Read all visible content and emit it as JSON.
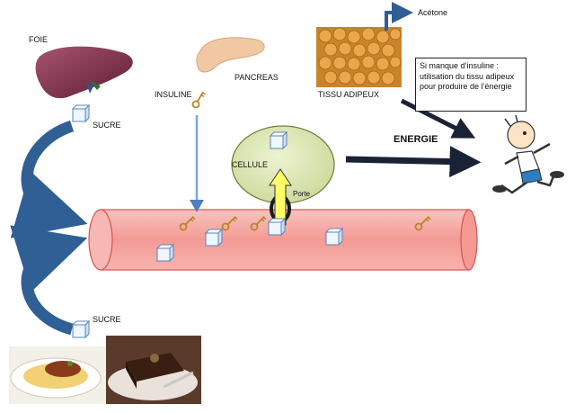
{
  "labels": {
    "foie": "FOIE",
    "sucre_top": "SUCRE",
    "insuline": "INSULINE",
    "pancreas": "PANCREAS",
    "tissu_adipeux": "TISSU ADIPEUX",
    "acetone": "Acétone",
    "energie": "ENERGIE",
    "cellule": "CELLULE",
    "porte": "Porte",
    "sucre_bottom": "SUCRE"
  },
  "note": {
    "line1": "Si manque d’insuline :",
    "line2": "utilisation du tissu adipeux",
    "line3": "pour produire de l’énergie"
  },
  "colors": {
    "vessel": "#f4a6a2",
    "vessel_edge": "#d9534f",
    "cell": "#dfe8b5",
    "blue_arrow": "#2f5f95",
    "dark_arrow": "#1a2236",
    "sugar_cube": "#e9f3ff",
    "key": "#c79a2a",
    "insulin_arrow": "#7fa6d8",
    "porte_arrow": "#ffff66"
  },
  "icons": [
    "liver-icon",
    "pancreas-icon",
    "adipose-tissue-icon",
    "runner-icon",
    "pasta-plate-icon",
    "chocolate-cake-icon",
    "sugar-cube-icon",
    "insulin-key-icon"
  ]
}
